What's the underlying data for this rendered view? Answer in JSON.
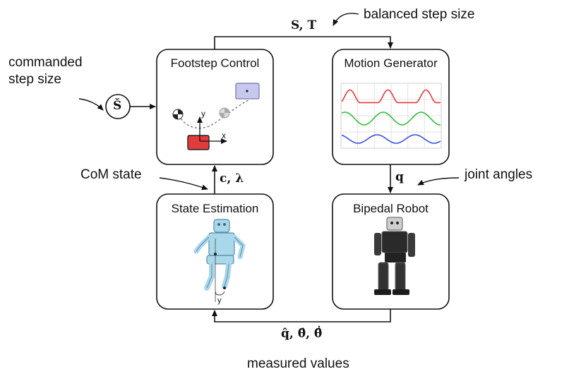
{
  "blocks": {
    "footstep_control": "Footstep Control",
    "motion_generator": "Motion Generator",
    "state_estimation": "State Estimation",
    "bipedal_robot": "Bipedal Robot"
  },
  "signals": {
    "step_output": "S, T",
    "commanded_input": "Š",
    "com_state": "c, λ",
    "joint": "q",
    "measured": "q̂, θ̂, θ̂̇"
  },
  "annotations": {
    "balanced_step_size": "balanced step size",
    "commanded_line1": "commanded",
    "commanded_line2": "step size",
    "com_state": "CoM state",
    "joint_angles": "joint angles",
    "measured_values": "measured values"
  },
  "axis_labels": {
    "fc_y": "y",
    "fc_x": "x",
    "se_y": "y"
  },
  "colors": {
    "sine_top": "#e8393d",
    "sine_mid": "#2fbf3a",
    "sine_bottom": "#3a4fe0",
    "foot_red": "#e23b3b",
    "target_box": "#c8c8ee",
    "robot_blue": "#a8d8ea"
  }
}
